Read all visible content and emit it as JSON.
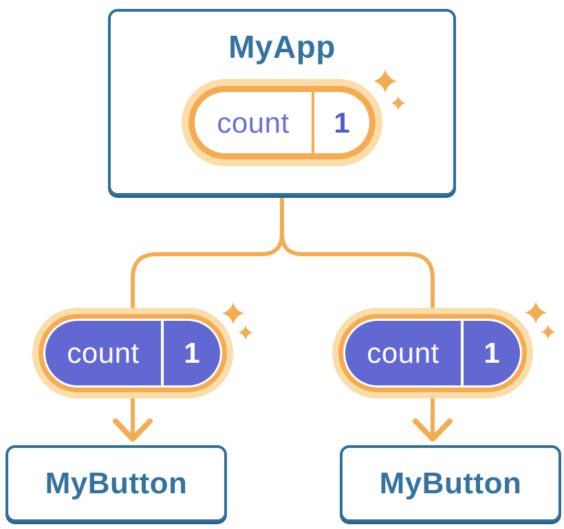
{
  "diagram": {
    "description": "Component tree: parent component holds state shared down to two child components",
    "root": {
      "name": "MyApp",
      "state": {
        "label": "count",
        "value": "1"
      }
    },
    "children": [
      {
        "name": "MyButton",
        "prop": {
          "label": "count",
          "value": "1"
        }
      },
      {
        "name": "MyButton",
        "prop": {
          "label": "count",
          "value": "1"
        }
      }
    ],
    "icons": [
      "sparkle-icon",
      "arrow-down-icon"
    ],
    "colors": {
      "card_border_blue": "#2F6F99",
      "card_edge_blue": "#2A6186",
      "title_text_blue": "#35739E",
      "connector_orange": "#F4AC52",
      "glow_orange": "#FBDDA9",
      "pill_purple": "#6168D2",
      "state_label_purple": "#6A6ED9",
      "state_value_purple": "#5459CE"
    }
  }
}
